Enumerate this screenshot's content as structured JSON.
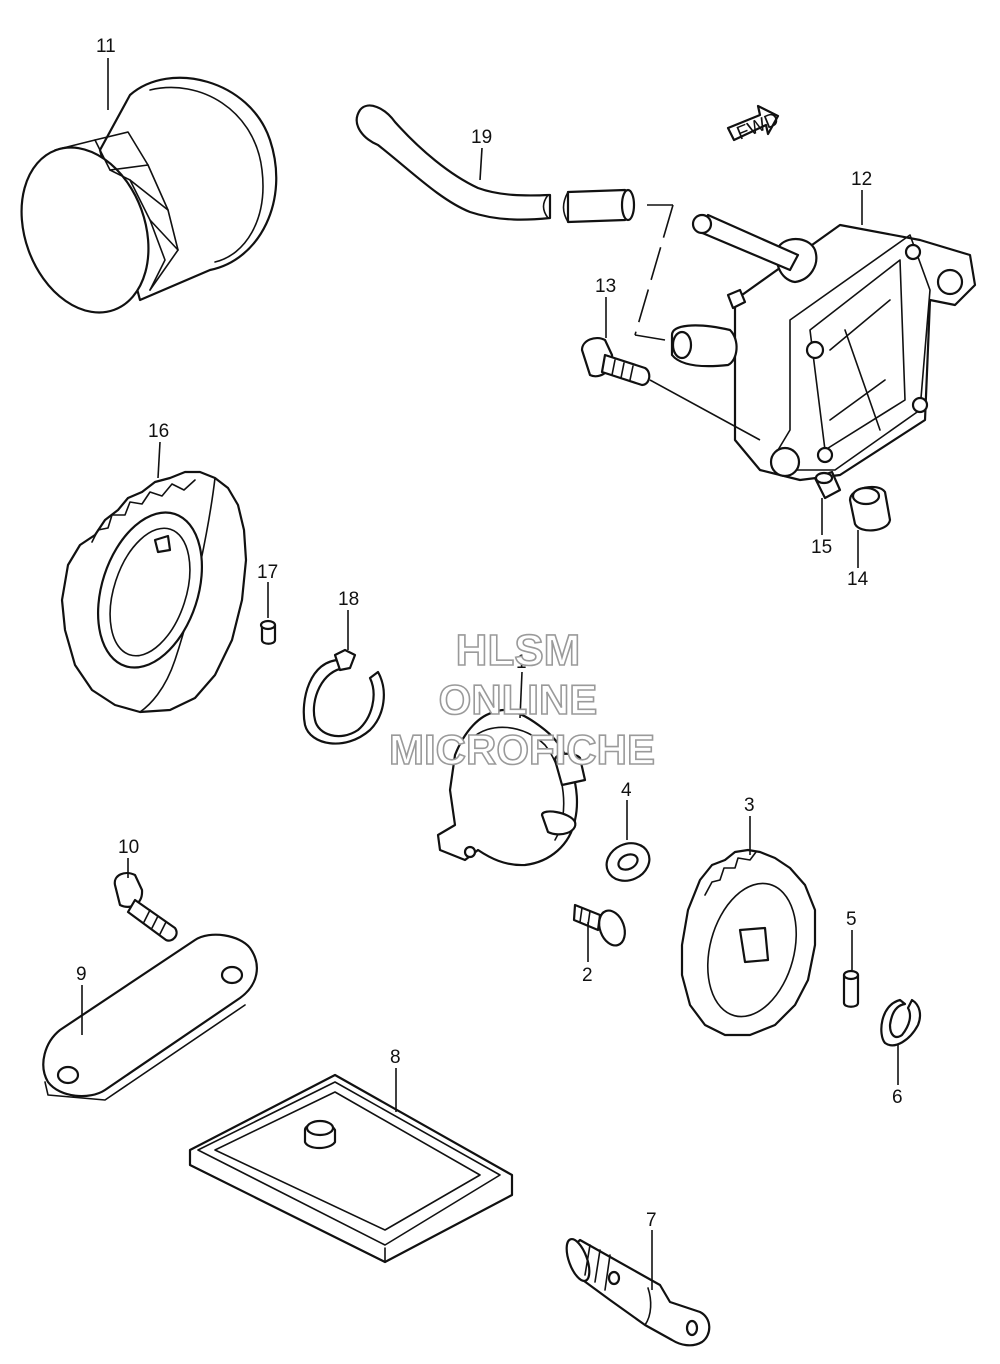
{
  "watermark": {
    "line1": "HLSM",
    "line2": "ONLINE",
    "line3": "MICROFICHE"
  },
  "fwd_label": "FWD",
  "callouts": {
    "c1": "1",
    "c2": "2",
    "c3": "3",
    "c4": "4",
    "c5": "5",
    "c6": "6",
    "c7": "7",
    "c8": "8",
    "c9": "9",
    "c10": "10",
    "c11": "11",
    "c12": "12",
    "c13": "13",
    "c14": "14",
    "c15": "15",
    "c16": "16",
    "c17": "17",
    "c18": "18",
    "c19": "19"
  }
}
